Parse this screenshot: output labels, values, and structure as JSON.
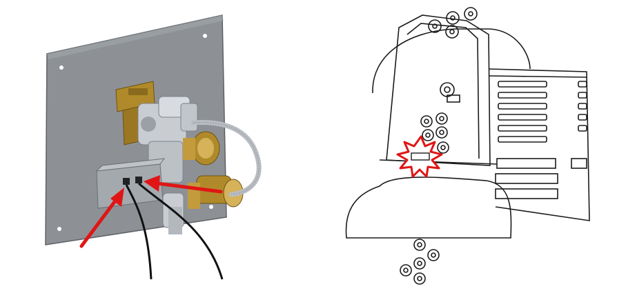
{
  "figure": {
    "panels": [
      {
        "id": "left",
        "subject": "valve-assembly-on-mounting-plate"
      },
      {
        "id": "right",
        "subject": "appliance-line-drawing-with-highlight"
      }
    ]
  },
  "colors": {
    "background": "#ffffff",
    "plate": "#8d9196",
    "plate_dark": "#6f7378",
    "brass": "#b08a2a",
    "brass_light": "#d6b25a",
    "steel": "#c9cdd2",
    "steel_dark": "#9aa0a6",
    "cable": "#111111",
    "arrow": "#e01515",
    "burst": "#e01515",
    "line_art": "#1a1a1a"
  },
  "icons": {
    "left_arrows": "red-arrow-icon",
    "right_marker": "starburst-highlight-icon"
  }
}
